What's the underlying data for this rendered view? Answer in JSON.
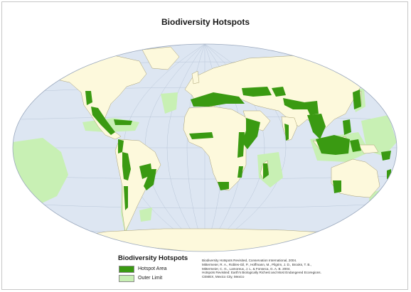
{
  "map": {
    "title": "Biodiversity Hotspots"
  },
  "legend": {
    "title": "Biodiversity Hotspots",
    "items": [
      {
        "label": "Hotspot Area",
        "color": "#3a9a12"
      },
      {
        "label": "Outer Limit",
        "color": "#c8f0b4"
      }
    ]
  },
  "citation": {
    "lines": [
      "Biodiversity Hotspots Revisited, Conservation International, 2004.",
      "Mittermeier, R. A., Robles-Gil, P., Hoffmann, M., Pilgrim, J. D., Brooks, T. B.,",
      "Mittermeier, C. G., Lamoreux, J. L. & Fonseca, G. A. B. 2004.",
      "Hotspots Revisited: Earth's Biologically Richest and Most Endangered Ecoregions.",
      "CEMEX, Mexico City, Mexico"
    ]
  },
  "colors": {
    "ocean": "#dde6f2",
    "land": "#fdf9dc",
    "land_border": "#a89f72",
    "hotspot": "#3a9a12",
    "outer_limit": "#c8f0b4",
    "graticule": "#b9c6d8"
  }
}
